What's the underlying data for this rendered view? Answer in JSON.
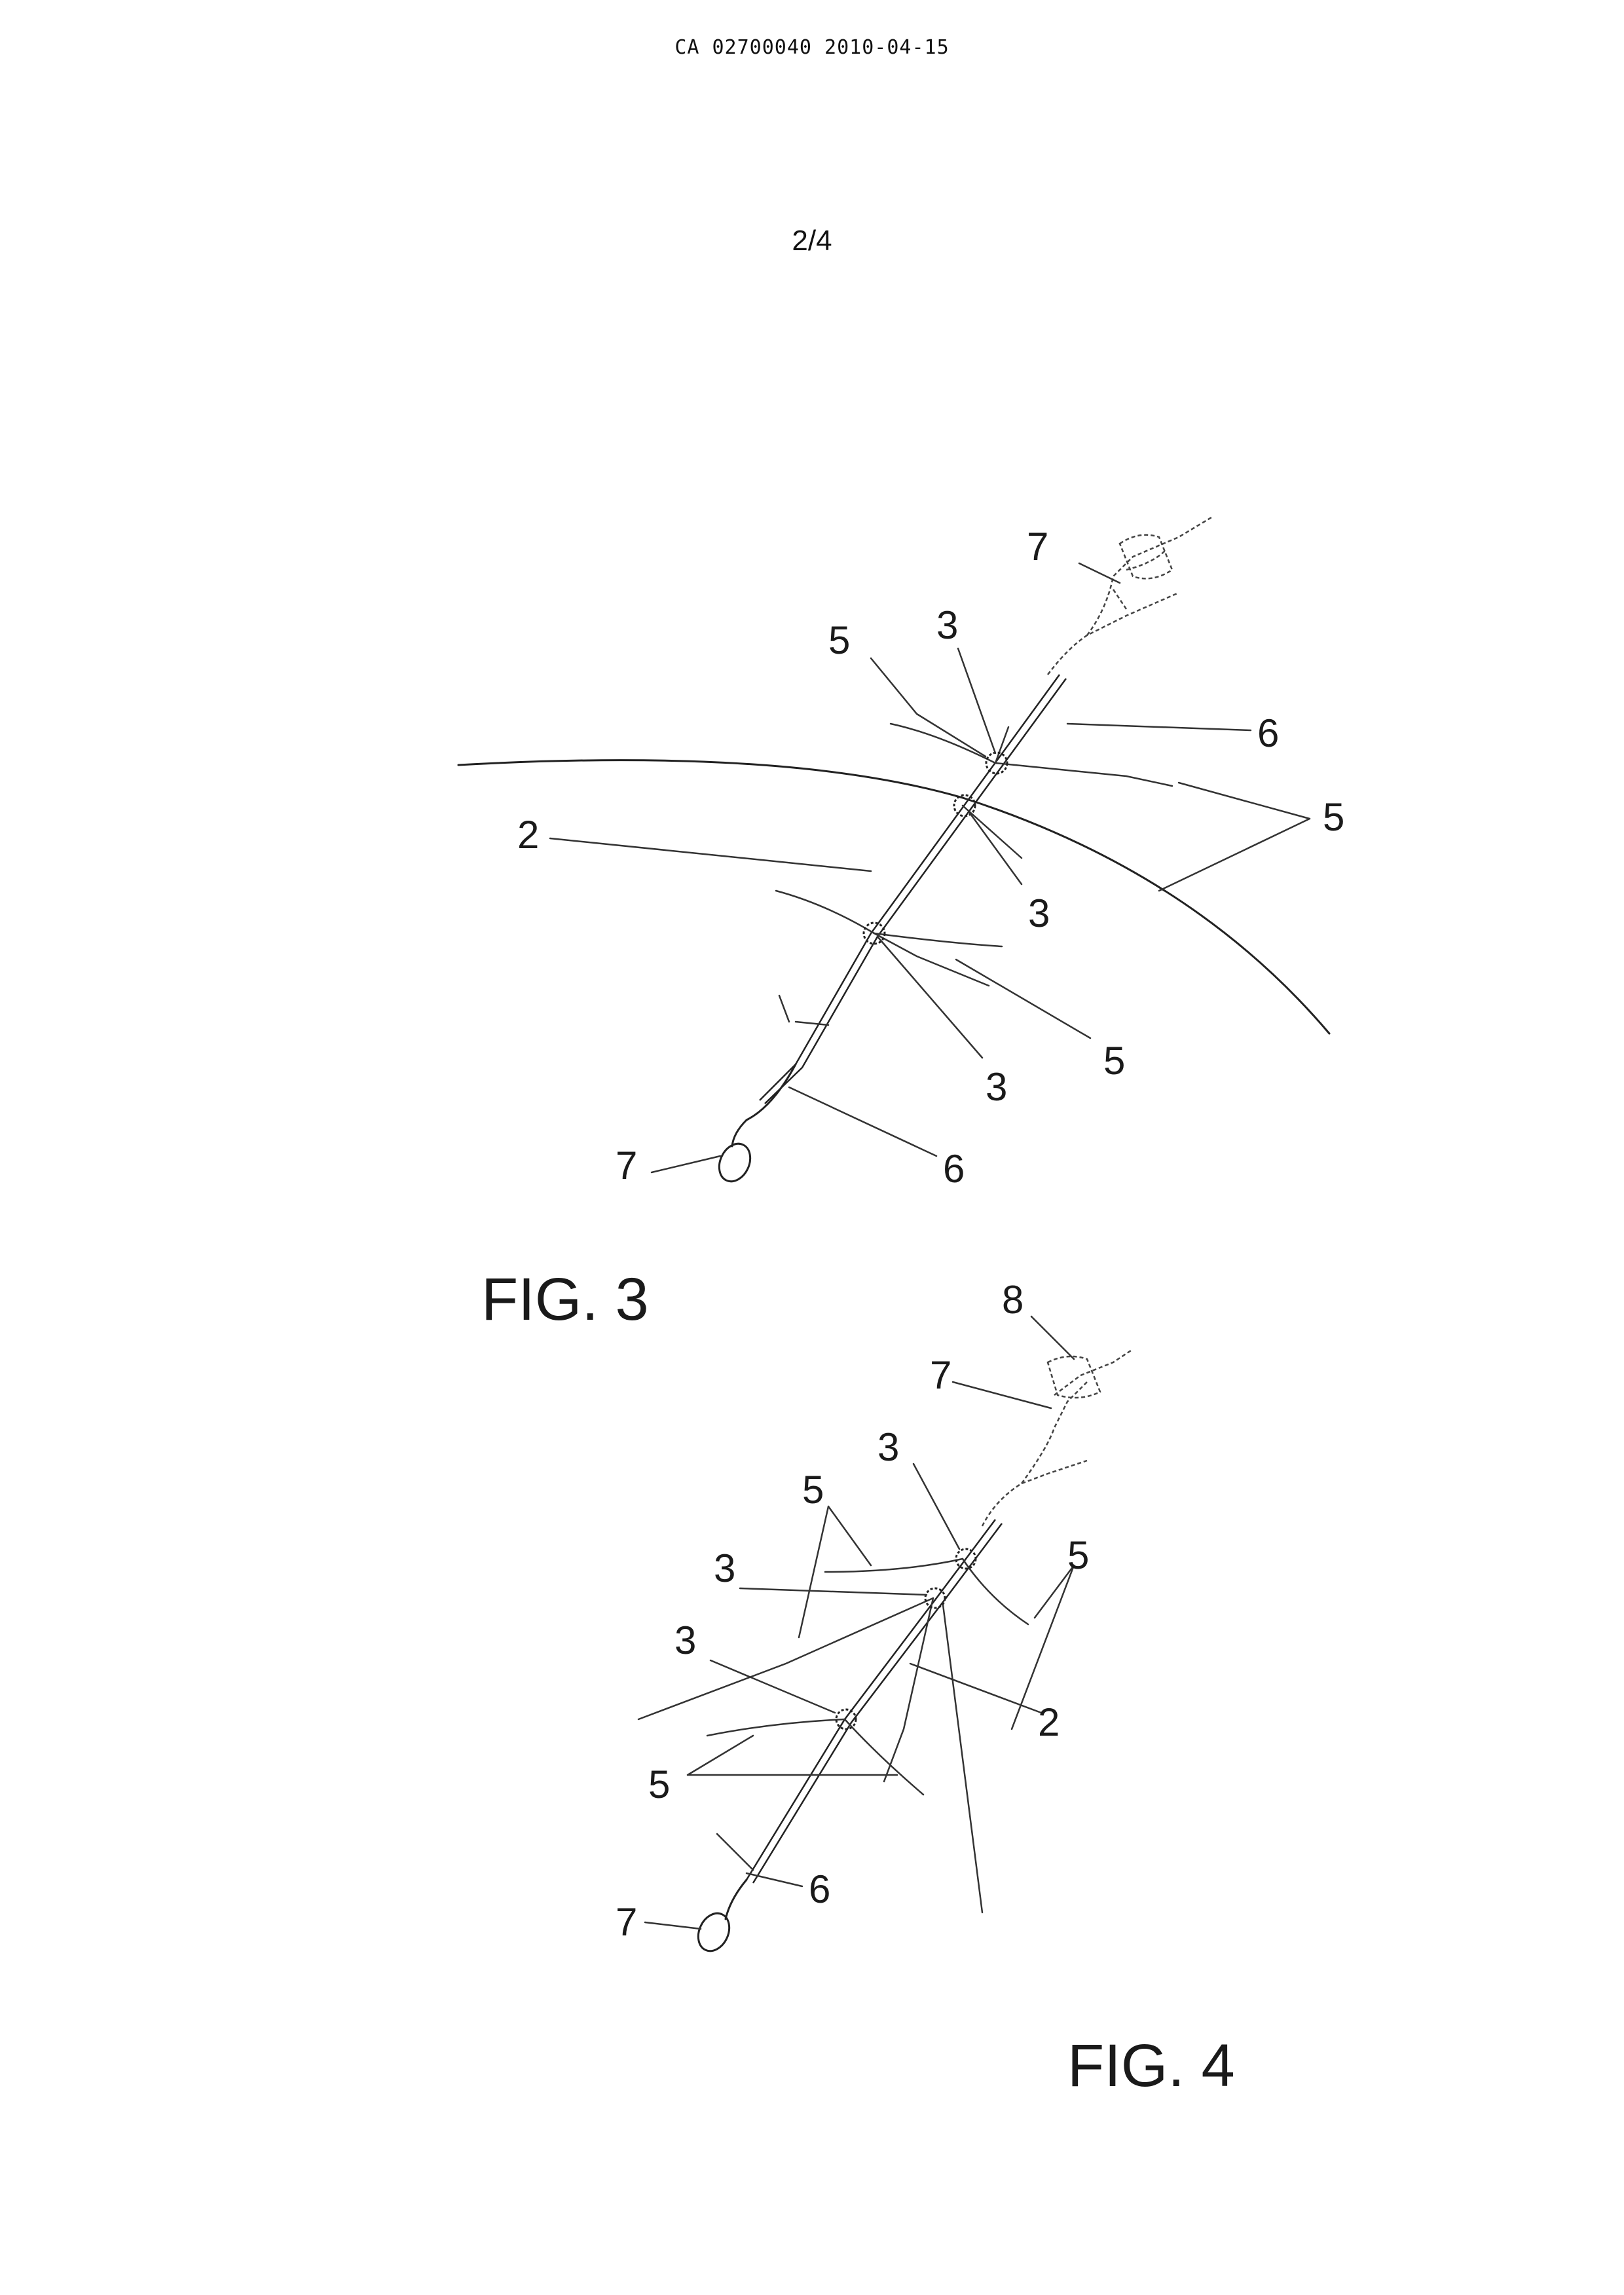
{
  "header": {
    "text": "CA 02700040 2010-04-15"
  },
  "page_number": "2/4",
  "fig3": {
    "caption": "FIG. 3",
    "labels": {
      "l7a": "7",
      "l5a": "5",
      "l3a": "3",
      "l6a": "6",
      "l2": "2",
      "l5b": "5",
      "l3b": "3",
      "l5c": "5",
      "l3c": "3",
      "l7b": "7",
      "l6b": "6"
    }
  },
  "fig4": {
    "caption": "FIG. 4",
    "labels": {
      "l8": "8",
      "l7a": "7",
      "l3a": "3",
      "l5a": "5",
      "l3b": "3",
      "l5b": "5",
      "l3c": "3",
      "l2": "2",
      "l5c": "5",
      "l6": "6",
      "l7b": "7"
    }
  }
}
